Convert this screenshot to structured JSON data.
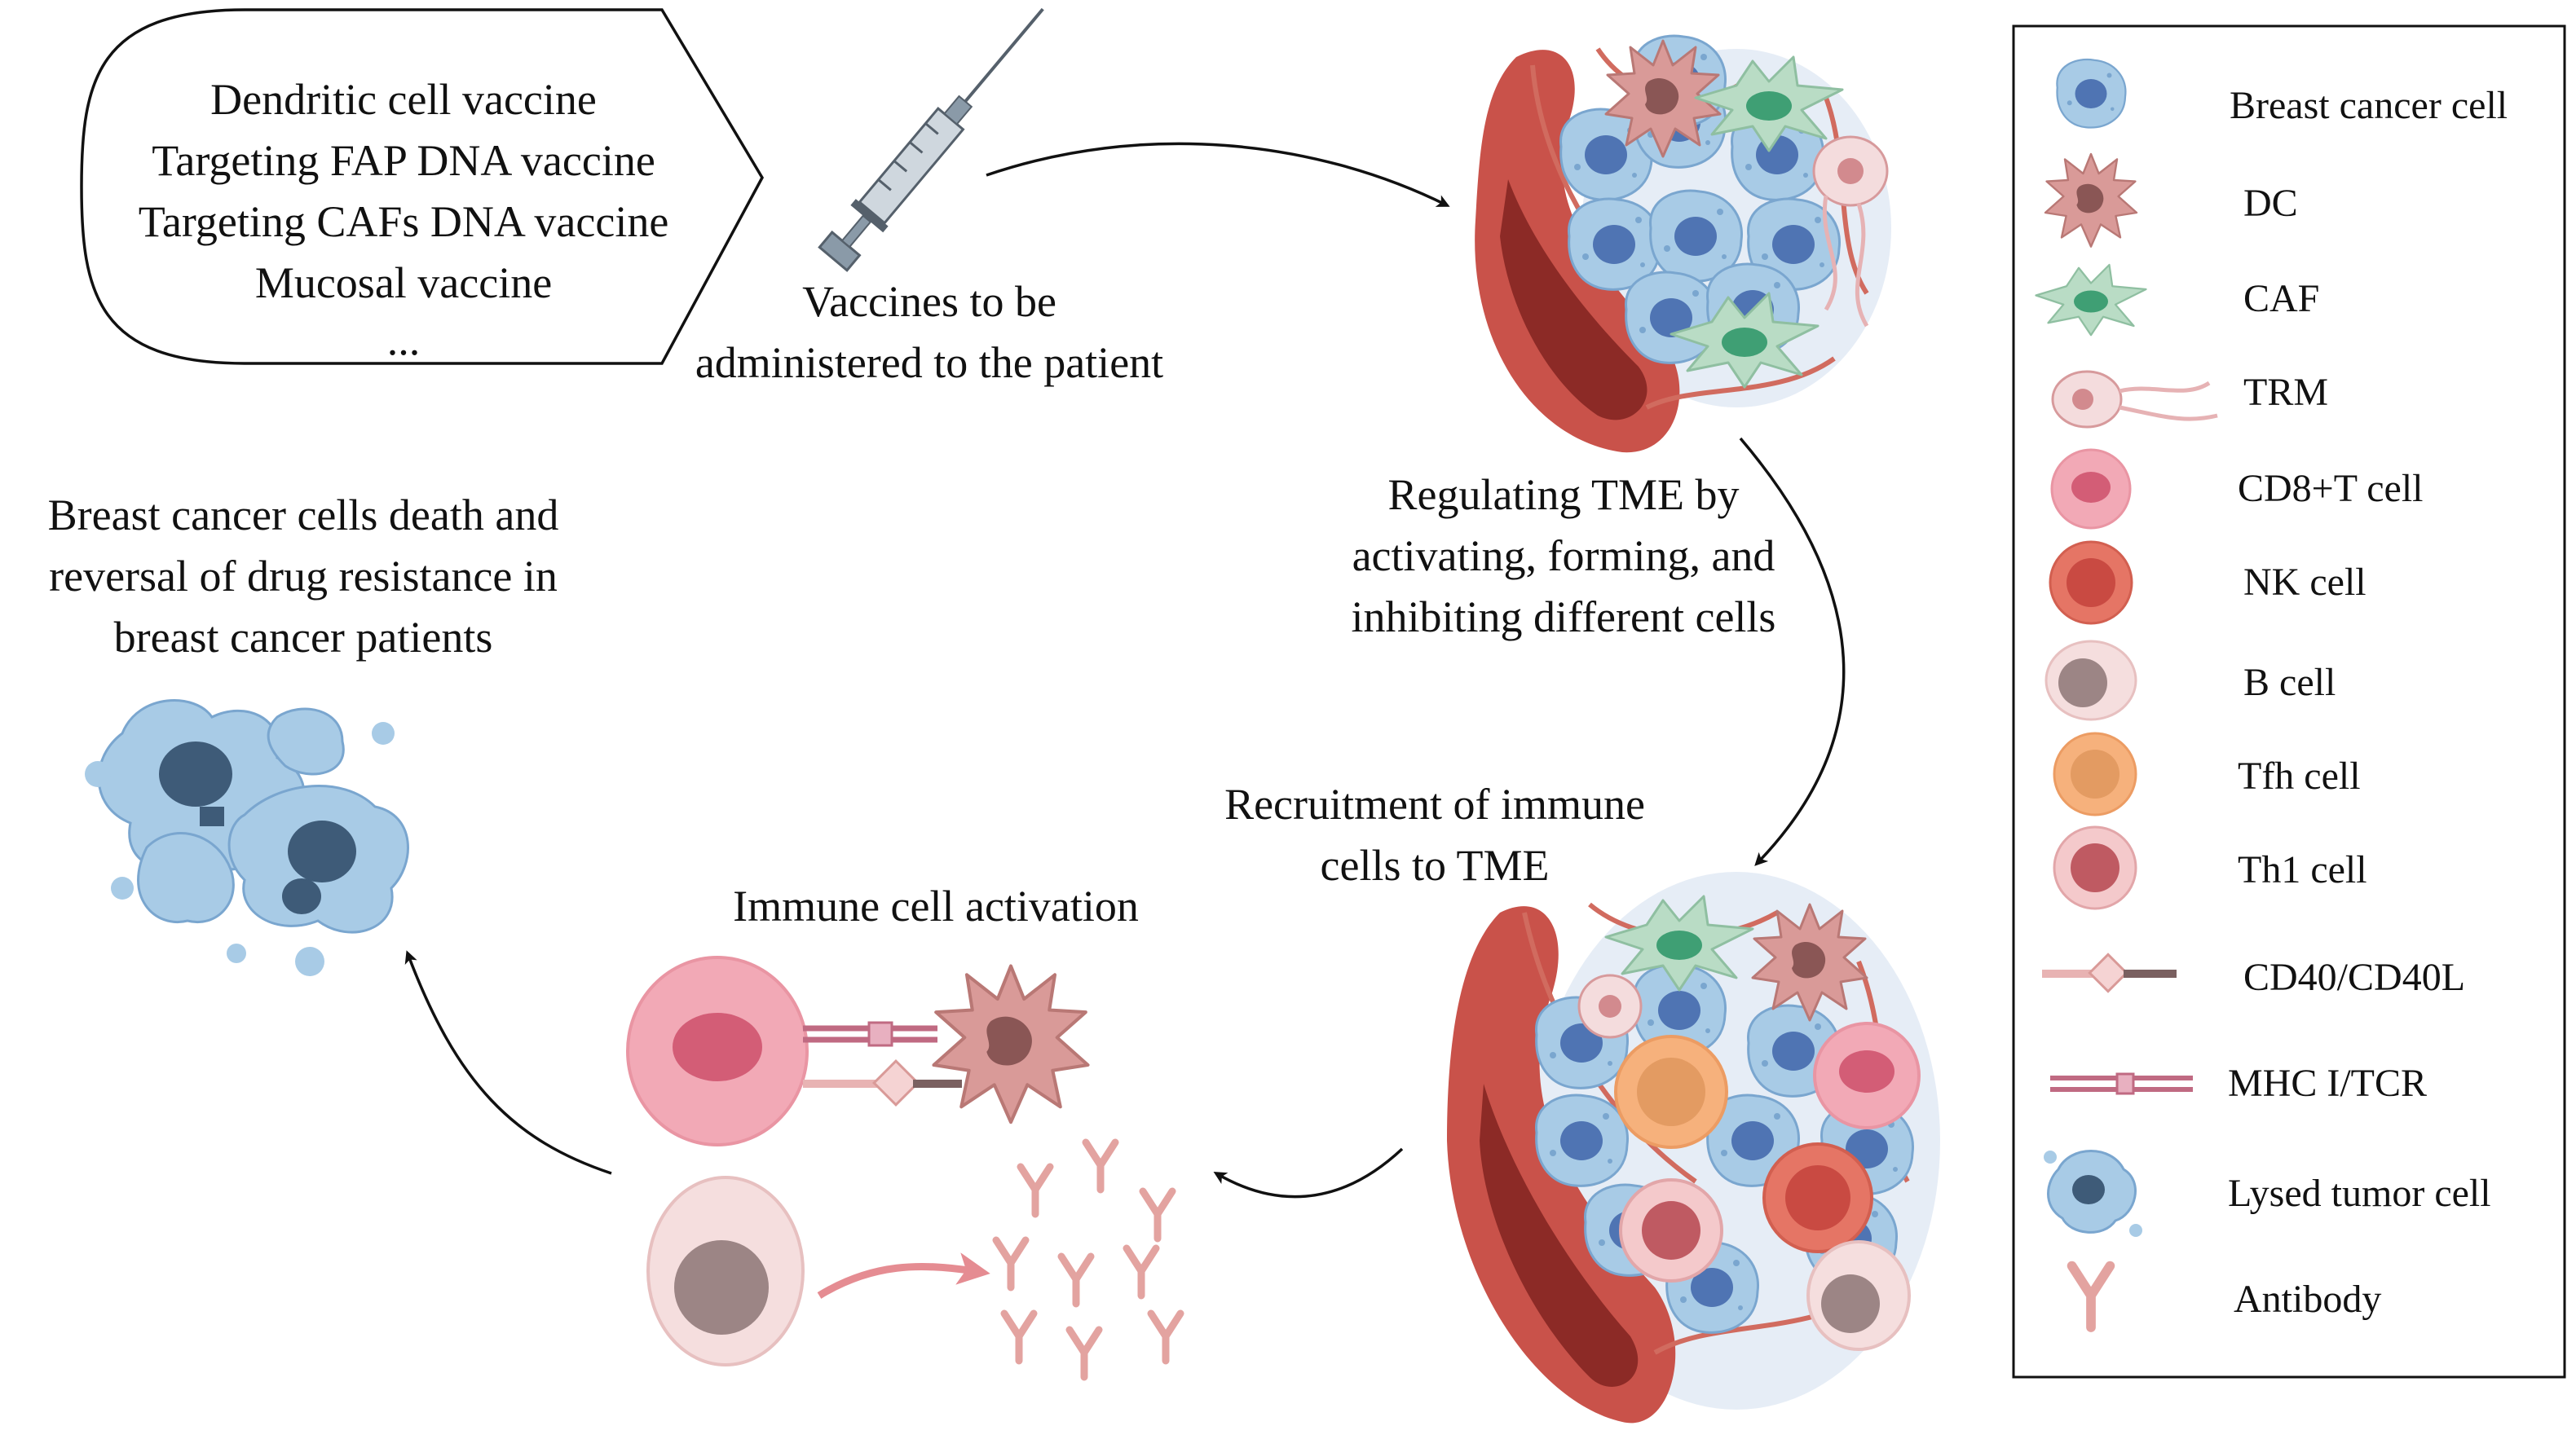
{
  "vaccine_box": {
    "items": [
      "Dendritic cell vaccine",
      "Targeting FAP DNA vaccine",
      "Targeting CAFs DNA vaccine",
      "Mucosal vaccine",
      "..."
    ]
  },
  "labels": {
    "vaccines_line1": "Vaccines to be",
    "vaccines_line2": "administered to the patient",
    "regulating_line1": "Regulating TME by",
    "regulating_line2": "activating, forming, and",
    "regulating_line3": "inhibiting different cells",
    "recruitment_line1": "Recruitment of immune",
    "recruitment_line2": "cells to TME",
    "activation": "Immune cell activation",
    "outcome_line1": "Breast cancer cells death and",
    "outcome_line2": "reversal of drug resistance in",
    "outcome_line3": "breast cancer patients"
  },
  "legend": {
    "items": [
      {
        "label": "Breast cancer cell",
        "icon": "breast-cancer-cell-icon"
      },
      {
        "label": "DC",
        "icon": "dendritic-cell-icon"
      },
      {
        "label": "CAF",
        "icon": "caf-icon"
      },
      {
        "label": "TRM",
        "icon": "trm-cell-icon"
      },
      {
        "label": "CD8+T cell",
        "icon": "cd8-t-cell-icon"
      },
      {
        "label": "NK cell",
        "icon": "nk-cell-icon"
      },
      {
        "label": "B cell",
        "icon": "b-cell-icon"
      },
      {
        "label": "Tfh cell",
        "icon": "tfh-cell-icon"
      },
      {
        "label": "Th1 cell",
        "icon": "th1-cell-icon"
      },
      {
        "label": "CD40/CD40L",
        "icon": "cd40-cd40l-icon"
      },
      {
        "label": "MHC I/TCR",
        "icon": "mhc-tcr-icon"
      },
      {
        "label": "Lysed tumor cell",
        "icon": "lysed-tumor-cell-icon"
      },
      {
        "label": "Antibody",
        "icon": "antibody-icon"
      }
    ]
  },
  "colors": {
    "cancer_cell": "#a8cbe6",
    "cancer_nucleus": "#4f74b3",
    "dc": "#d99a98",
    "caf": "#b9dcc5",
    "caf_nucleus": "#3f9f74",
    "vessel": "#c9524a",
    "cd8": "#f2a9b6",
    "nk": "#e57565",
    "b_cell": "#f5dede",
    "tfh": "#f6b17c",
    "th1": "#f4c9cb",
    "antibody": "#e3a3a0"
  }
}
